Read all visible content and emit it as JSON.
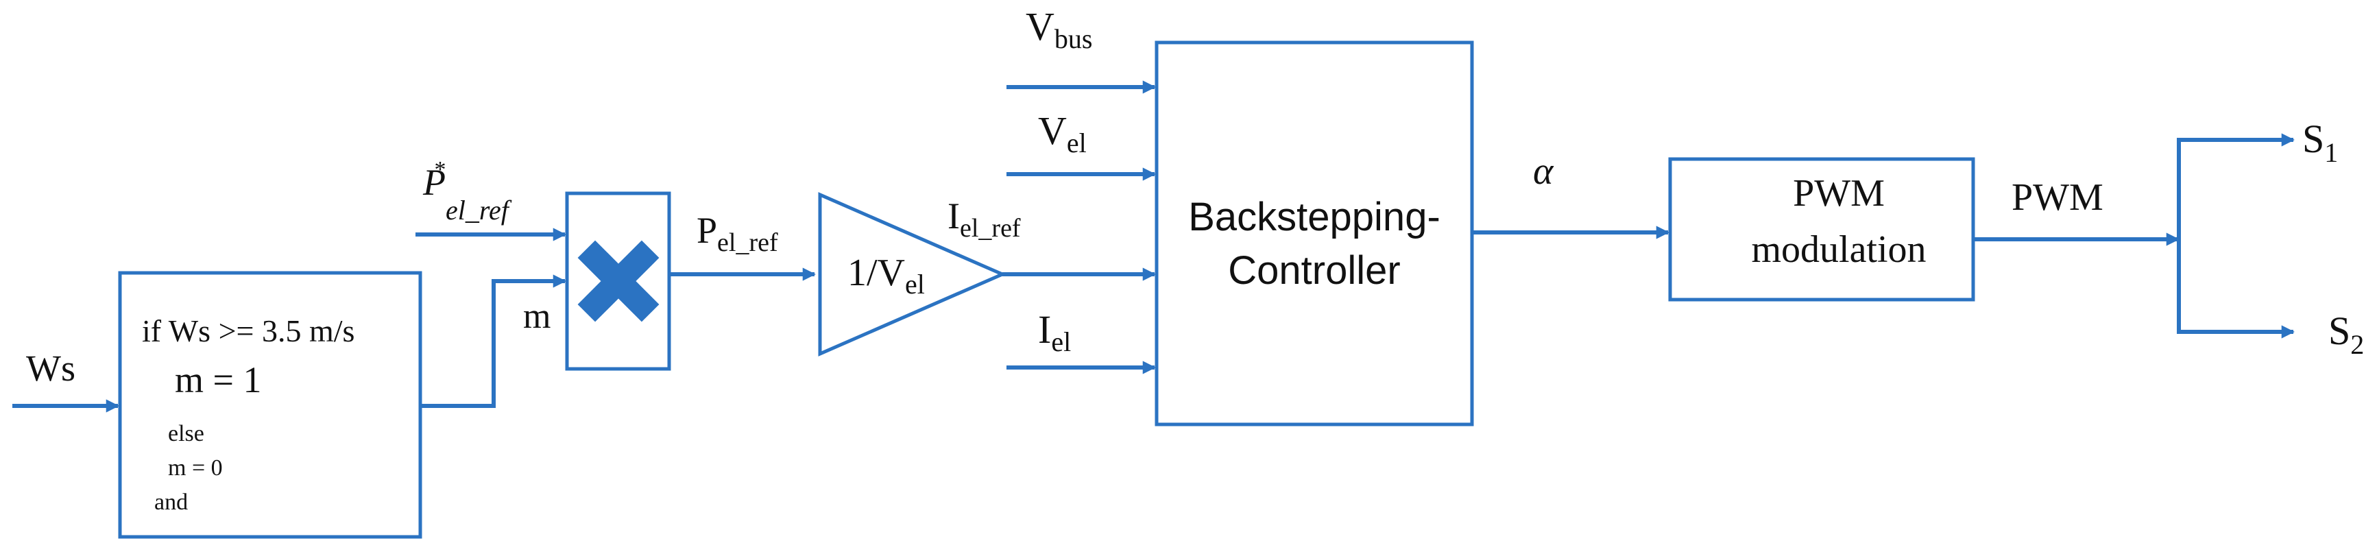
{
  "colors": {
    "line": "#2b73c2",
    "text": "#111111"
  },
  "inputs": {
    "ws": "Ws",
    "p_ref_star_main": "P",
    "p_ref_star_sup": "*",
    "p_ref_star_sub": "el_ref",
    "v_bus_main": "V",
    "v_bus_sub": "bus",
    "v_el_main": "V",
    "v_el_sub": "el",
    "i_el_main": "I",
    "i_el_sub": "el"
  },
  "logic_block": {
    "line1": "if Ws >= 3.5 m/s",
    "line2": "m = 1",
    "line3": "else",
    "line4": "m = 0",
    "line5": "and"
  },
  "multiplier": {
    "icon": "multiply-icon",
    "m_label": "m"
  },
  "signals": {
    "p_ref_main": "P",
    "p_ref_sub": "el_ref",
    "i_ref_main": "I",
    "i_ref_sub": "el_ref",
    "alpha": "α",
    "pwm": "PWM",
    "s1_main": "S",
    "s1_sub": "1",
    "s2_main": "S",
    "s2_sub": "2"
  },
  "gain_block": {
    "main": "1/V",
    "sub": "el"
  },
  "controller": {
    "line1": "Backstepping-",
    "line2": "Controller"
  },
  "pwm_block": {
    "line1": "PWM",
    "line2": "modulation"
  }
}
